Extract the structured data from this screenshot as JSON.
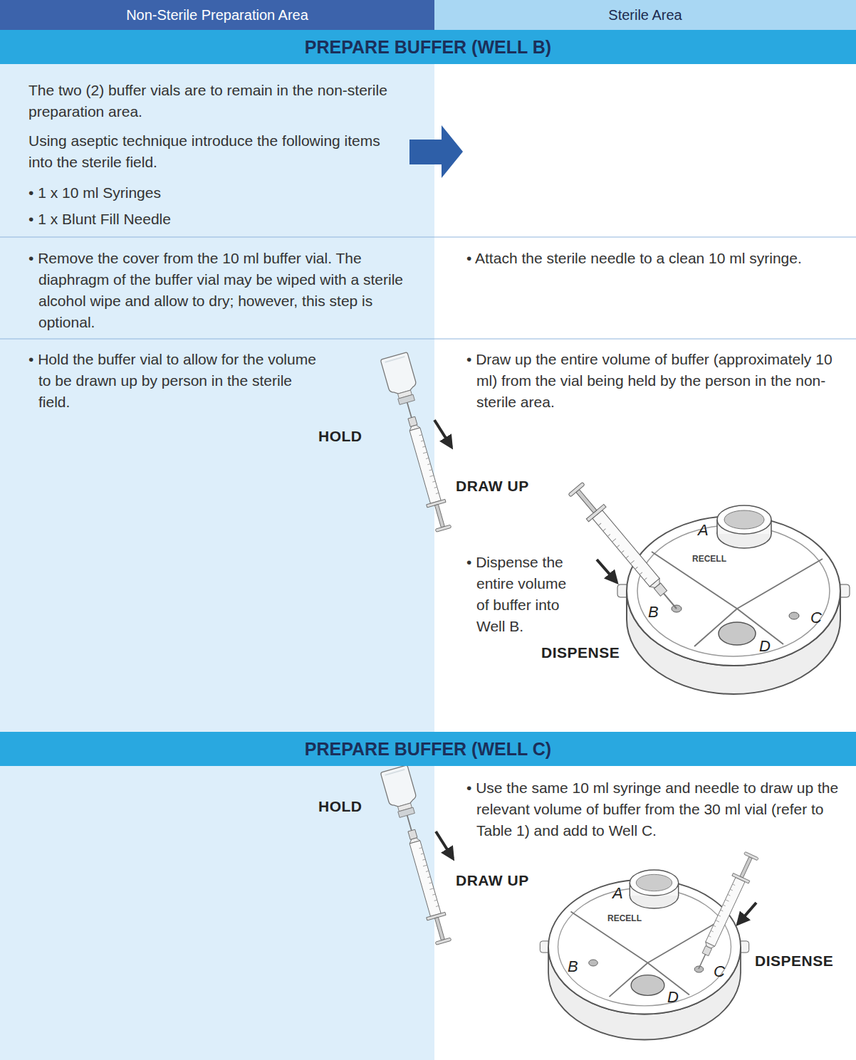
{
  "diagram": {
    "nodes": [
      {
        "text": [
          "Non-Sterile Preparation Area"
        ]
      },
      {
        "text": [
          "Sterile Area"
        ]
      },
      {
        "text": [
          "PREPARE BUFFER (WELL B)"
        ]
      },
      {
        "text": [
          "PREPARE BUFFER (WELL C)"
        ]
      }
    ],
    "labels": [
      "The two (2) buffer vials are to remain in the non-sterile preparation area.",
      "Using aseptic technique introduce the following items into the sterile field.",
      "• 1 x 10 ml Syringes",
      "• 1 x Blunt Fill Needle",
      "• Remove the cover from the 10 ml buffer vial. The diaphragm of the buffer vial may be wiped with a sterile alcohol wipe and allow to dry; however, this step is optional.",
      "• Attach the sterile needle to a clean 10 ml syringe.",
      "• Hold the buffer vial to allow for the volume to be drawn up by person in the sterile field.",
      "• Draw up the entire volume of buffer (approximately 10 ml) from the vial being held by the person in the non-sterile area.",
      "HOLD",
      "DRAW UP",
      "• Dispense the entire volume of buffer into Well B.",
      "A",
      "RECELL",
      "B",
      "C",
      "D",
      "DISPENSE",
      "• Use the same 10 ml syringe and needle to draw up the relevant volume of buffer from the 30 ml vial (refer to Table 1) and add to Well C.",
      "HOLD",
      "DRAW UP",
      "A",
      "RECELL",
      "B",
      "C",
      "D",
      "DISPENSE"
    ]
  }
}
